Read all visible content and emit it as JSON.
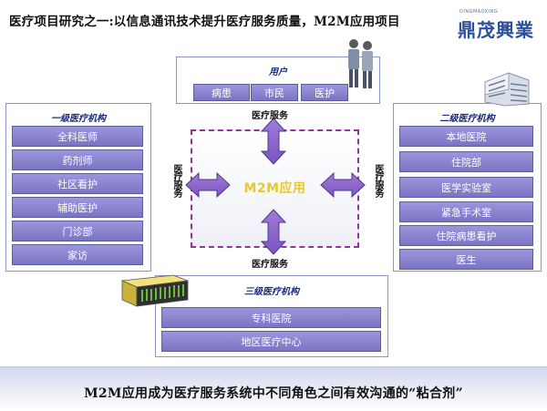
{
  "title": "医疗项目研究之一:以信息通讯技术提升医疗服务质量，M2M应用项目",
  "logo": {
    "small_text": "DINGMAOXING",
    "main_text": "鼎茂興業"
  },
  "top_group": {
    "label": "用户",
    "items": [
      "病患",
      "市民",
      "医护"
    ]
  },
  "left_group": {
    "label": "一级医疗机构",
    "items": [
      "全科医师",
      "药剂师",
      "社区看护",
      "辅助医护",
      "门诊部",
      "家访"
    ]
  },
  "right_group": {
    "label": "二级医疗机构",
    "items": [
      "本地医院",
      "住院部",
      "医学实验室",
      "紧急手术室",
      "住院病患看护",
      "医生"
    ]
  },
  "bottom_group": {
    "label": "三级医疗机构",
    "items": [
      "专科医院",
      "地区医疗中心"
    ]
  },
  "center": {
    "label": "M2M应用"
  },
  "arrows": {
    "top_label": "医疗服务",
    "bottom_label": "医疗服务",
    "left_label": "医疗服务",
    "right_label": "医疗服务"
  },
  "footer": {
    "text": "M2M应用成为医疗服务系统中不同角色之间有效沟通的“粘合剂”"
  },
  "colors": {
    "box_fill": "#8c86d4",
    "arrow_fill": "#8b62c9",
    "dashed_border": "#9a2fa0",
    "center_text": "#e8c92a",
    "group_border": "#8c93c7"
  }
}
